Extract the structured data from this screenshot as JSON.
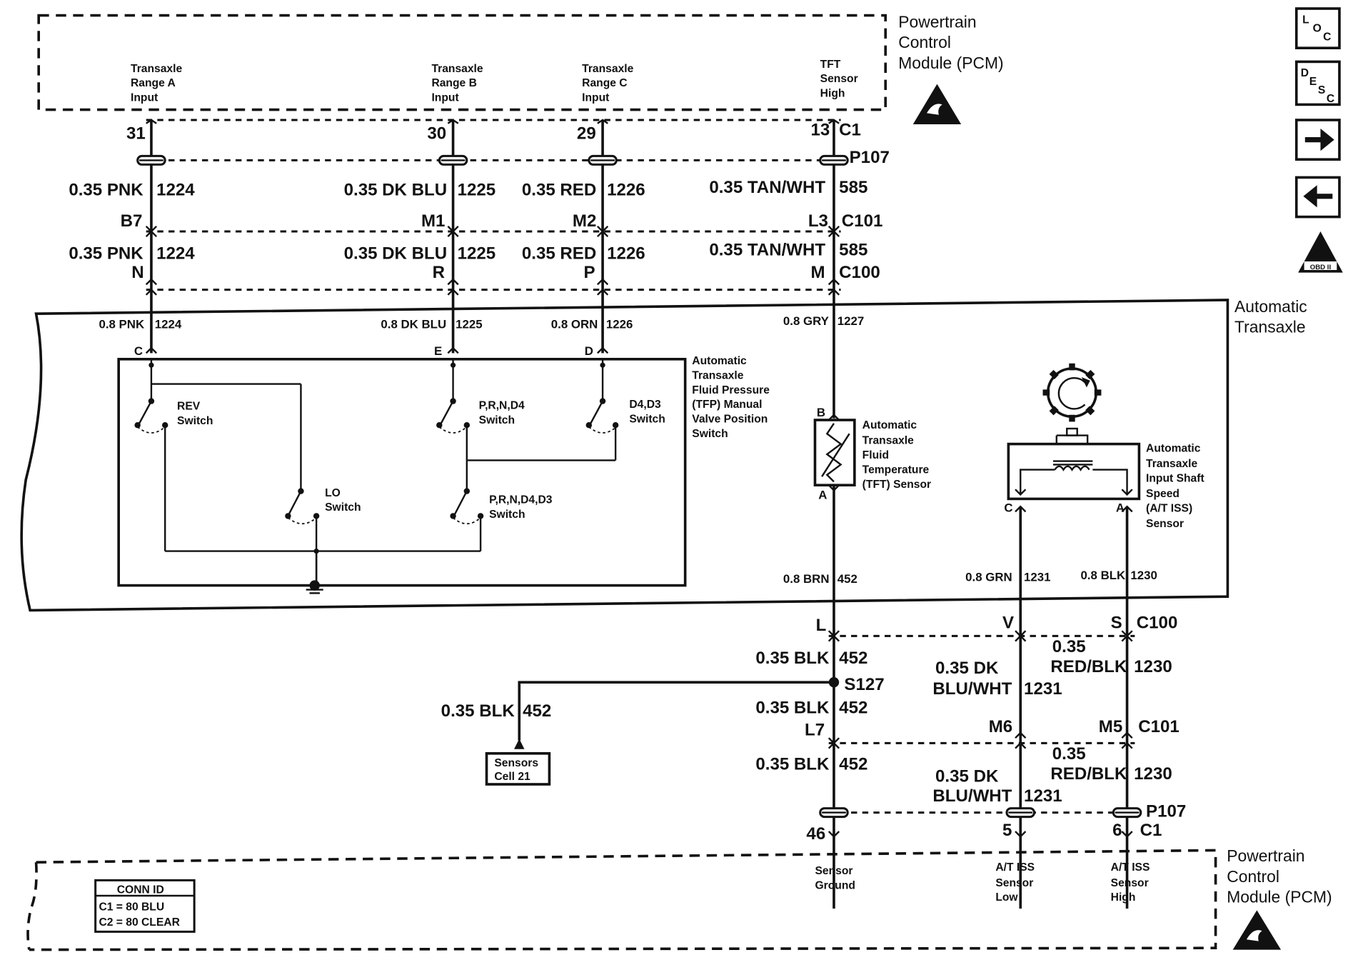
{
  "pcm_top": {
    "title": [
      "Powertrain",
      "Control",
      "Module (PCM)"
    ]
  },
  "pcm_bottom": {
    "title": [
      "Powertrain",
      "Control",
      "Module (PCM)"
    ]
  },
  "pcm_inputs": {
    "range_a": [
      "Transaxle",
      "Range A",
      "Input"
    ],
    "range_b": [
      "Transaxle",
      "Range B",
      "Input"
    ],
    "range_c": [
      "Transaxle",
      "Range C",
      "Input"
    ],
    "tft_high": [
      "TFT",
      "Sensor",
      "High"
    ]
  },
  "pcm_outputs": {
    "sensor_ground": [
      "Sensor",
      "Ground"
    ],
    "iss_low": [
      "A/T ISS",
      "Sensor",
      "Low"
    ],
    "iss_high": [
      "A/T ISS",
      "Sensor",
      "High"
    ]
  },
  "top_wires": {
    "a": {
      "pin": "31",
      "upper": "0.35 PNK",
      "upper_circuit": "1224",
      "cavity_c101": "B7",
      "lower": "0.35 PNK",
      "lower_circuit": "1224",
      "cavity_c100": "N"
    },
    "b": {
      "pin": "30",
      "upper": "0.35 DK BLU",
      "upper_circuit": "1225",
      "cavity_c101": "M1",
      "lower": "0.35 DK BLU",
      "lower_circuit": "1225",
      "cavity_c100": "R"
    },
    "c": {
      "pin": "29",
      "upper": "0.35 RED",
      "upper_circuit": "1226",
      "cavity_c101": "M2",
      "lower": "0.35 RED",
      "lower_circuit": "1226",
      "cavity_c100": "P"
    },
    "d": {
      "pin": "13",
      "connector": "C1",
      "upper": "0.35 TAN/WHT",
      "upper_circuit": "585",
      "cavity_c101": "L3",
      "lower": "0.35 TAN/WHT",
      "lower_circuit": "585",
      "cavity_c100": "M"
    }
  },
  "connectors": {
    "p107": "P107",
    "c101": "C101",
    "c100": "C100",
    "c1": "C1"
  },
  "transaxle": {
    "title": [
      "Automatic",
      "Transaxle"
    ],
    "wires": {
      "pnk": {
        "color": "0.8 PNK",
        "circuit": "1224",
        "terminal": "C"
      },
      "dkblu": {
        "color": "0.8 DK BLU",
        "circuit": "1225",
        "terminal": "E"
      },
      "orn": {
        "color": "0.8 ORN",
        "circuit": "1226",
        "terminal": "D"
      },
      "gry": {
        "color": "0.8 GRY",
        "circuit": "1227"
      },
      "brn": {
        "color": "0.8 BRN",
        "circuit": "452"
      },
      "grn": {
        "color": "0.8 GRN",
        "circuit": "1231"
      },
      "blk": {
        "color": "0.8 BLK",
        "circuit": "1230"
      }
    },
    "tfp_label": [
      "Automatic",
      "Transaxle",
      "Fluid Pressure",
      "(TFP) Manual",
      "Valve Position",
      "Switch"
    ],
    "switches": {
      "rev": [
        "REV",
        "Switch"
      ],
      "prnd4": [
        "P,R,N,D4",
        "Switch"
      ],
      "d4d3": [
        "D4,D3",
        "Switch"
      ],
      "lo": [
        "LO",
        "Switch"
      ],
      "prnd4d3": [
        "P,R,N,D4,D3",
        "Switch"
      ]
    },
    "tft_sensor": {
      "label": [
        "Automatic",
        "Transaxle",
        "Fluid",
        "Temperature",
        "(TFT) Sensor"
      ],
      "pin_b": "B",
      "pin_a": "A"
    },
    "iss_sensor": {
      "label": [
        "Automatic",
        "Transaxle",
        "Input Shaft",
        "Speed",
        "(A/T ISS)",
        "Sensor"
      ],
      "pin_c": "C",
      "pin_a": "A"
    }
  },
  "bottom_wires": {
    "ground": {
      "cavity_c100": "L",
      "upper": "0.35 BLK",
      "upper_circuit": "452",
      "splice": "S127",
      "middle": "0.35 BLK",
      "middle_circuit": "452",
      "cavity_c101": "L7",
      "lower": "0.35 BLK",
      "lower_circuit": "452",
      "pin": "46"
    },
    "branch": {
      "color": "0.35 BLK",
      "circuit": "452",
      "ref": [
        "Sensors",
        "Cell 21"
      ]
    },
    "low": {
      "cavity_c100": "V",
      "upper": [
        "0.35 DK",
        "BLU/WHT"
      ],
      "upper_circuit": "1231",
      "cavity_c101": "M6",
      "lower": [
        "0.35 DK",
        "BLU/WHT"
      ],
      "lower_circuit": "1231",
      "pin": "5"
    },
    "high": {
      "cavity_c100": "S",
      "upper": [
        "0.35",
        "RED/BLK"
      ],
      "upper_circuit": "1230",
      "cavity_c101": "M5",
      "lower": [
        "0.35",
        "RED/BLK"
      ],
      "lower_circuit": "1230",
      "pin": "6"
    }
  },
  "conn_id": {
    "title": "CONN ID",
    "rows": [
      "C1 = 80 BLU",
      "C2 = 80 CLEAR"
    ]
  },
  "nav": {
    "loc": [
      "L",
      "O",
      "C"
    ],
    "desc": [
      "D",
      "E",
      "S",
      "C"
    ],
    "obd_badge": "OBD II"
  }
}
